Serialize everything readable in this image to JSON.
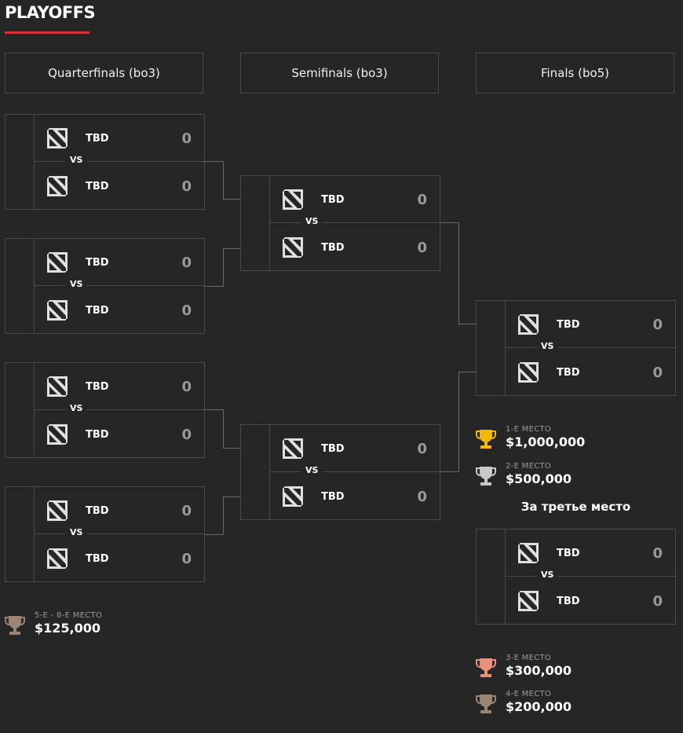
{
  "page": {
    "title": "PLAYOFFS",
    "accent": "#e03131",
    "third_place_title": "За третье место"
  },
  "rounds": [
    "Quarterfinals (bo3)",
    "Semifinals (bo3)",
    "Finals (bo5)"
  ],
  "vs_label": "VS",
  "matches": {
    "qf1": {
      "team1": "TBD",
      "score1": "0",
      "team2": "TBD",
      "score2": "0"
    },
    "qf2": {
      "team1": "TBD",
      "score1": "0",
      "team2": "TBD",
      "score2": "0"
    },
    "qf3": {
      "team1": "TBD",
      "score1": "0",
      "team2": "TBD",
      "score2": "0"
    },
    "qf4": {
      "team1": "TBD",
      "score1": "0",
      "team2": "TBD",
      "score2": "0"
    },
    "sf1": {
      "team1": "TBD",
      "score1": "0",
      "team2": "TBD",
      "score2": "0"
    },
    "sf2": {
      "team1": "TBD",
      "score1": "0",
      "team2": "TBD",
      "score2": "0"
    },
    "final": {
      "team1": "TBD",
      "score1": "0",
      "team2": "TBD",
      "score2": "0"
    },
    "third": {
      "team1": "TBD",
      "score1": "0",
      "team2": "TBD",
      "score2": "0"
    }
  },
  "team_icon": "dota2-logo-icon",
  "prizes": {
    "p1": {
      "label": "1-Е МЕСТО",
      "amount": "$1,000,000",
      "color": "#f5b800",
      "icon": "trophy-gold-icon"
    },
    "p2": {
      "label": "2-Е МЕСТО",
      "amount": "$500,000",
      "color": "#c8c8c8",
      "icon": "trophy-silver-icon"
    },
    "p3": {
      "label": "3-Е МЕСТО",
      "amount": "$300,000",
      "color": "#e8917a",
      "icon": "trophy-bronze-icon"
    },
    "p4": {
      "label": "4-Е МЕСТО",
      "amount": "$200,000",
      "color": "#9d8576",
      "icon": "trophy-icon"
    },
    "p5": {
      "label": "5-Е - 8-Е МЕСТО",
      "amount": "$125,000",
      "color": "#9d8576",
      "icon": "trophy-icon"
    }
  }
}
